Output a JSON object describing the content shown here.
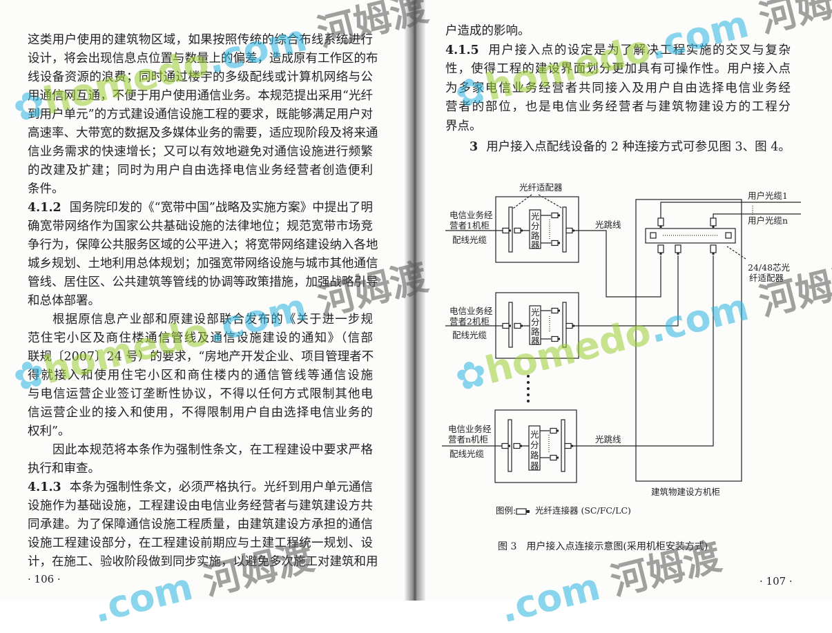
{
  "left_page": {
    "lines": [
      "这类用户使用的建筑物区域，如果按照传统的综合布线系统进行",
      "设计，将会出现信息点位置与数量上的偏差，造成原有工作区的布",
      "线设备资源的浪费；同时通过楼宇的多级配线或计算机网络与公",
      "用通信网互通，不便于用户使用通信业务。本规范提出采用“光纤",
      "到用户单元”的方式建设通信设施工程的要求，既能够满足用户对",
      "高速率、大带宽的数据及多媒体业务的需要，适应现阶段及将来通",
      "信业务需求的快速增长；又可以有效地避免对通信设施进行频繁",
      "的改建及扩建；同时为用户自由选择电信业务经营者创造便利",
      "条件。"
    ],
    "s412_num": "4.1.2",
    "s412_lines": [
      "国务院印发的《“宽带中国”战略及实施方案》中提出了明",
      "确宽带网络作为国家公共基础设施的法律地位；规范宽带市场竞",
      "争行为，保障公共服务区域的公平进入；将宽带网络建设纳入各地",
      "城乡规划、土地利用总体规划；加强宽带网络设施与城市其他通信",
      "管线、居住区、公共建筑等管线的协调等政策措施，加强战略引导",
      "和总体部署。",
      "根据原信息产业部和原建设部联合发布的《关于进一步规",
      "范住宅小区及商住楼通信管线及通信设施建设的通知》（信部",
      "联规〔2007〕24 号）的要求，“房地产开发企业、项目管理者不",
      "得就接入和使用住宅小区和商住楼内的通信管线等通信设施",
      "与电信运营企业签订垄断性协议，不得以任何方式限制其他电",
      "信运营企业的接入和使用，不得限制用户自由选择电信业务的",
      "权利”。",
      "因此本规范将本条作为强制性条文，在工程建设中要求严格",
      "执行和审查。"
    ],
    "s413_num": "4.1.3",
    "s413_lines": [
      "本条为强制性条文，必须严格执行。光纤到用户单元通信",
      "设施作为基础设施，工程建设由电信业务经营者与建筑建设方共",
      "同承建。为了保障通信设施工程质量，由建筑建设方承担的通信",
      "设施工程建设部分，在工程建设前期应与土建工程统一规划、设",
      "计，在施工、验收阶段做到同步实施，以避免多次施工对建筑和用"
    ],
    "page_number": "· 106 ·"
  },
  "right_page": {
    "lines": [
      "户造成的影响。"
    ],
    "s415_num": "4.1.5",
    "s415_lines": [
      "用户接入点的设定是为了解决工程实施的交叉与复杂",
      "性，使得工程的建设界面划分更加具有可操作性。用户接入点",
      "为多家电信业务经营者共同接入及用户自由选择电信业务经",
      "营者的部位，也是电信业务经营者与建筑物建设方的工程分",
      "界点。"
    ],
    "item3_num": "3",
    "item3_text": "用户接入点配线设备的 2 种连接方式可参见图 3、图 4。",
    "page_number": "· 107 ·"
  },
  "figure": {
    "adapter_label": "光纤适配器",
    "cab1_line1": "电信业务经",
    "cab1_line2": "营者1机柜",
    "cab2_line1": "电信业务经",
    "cab2_line2": "营者2机柜",
    "cabn_line1": "电信业务经",
    "cabn_line2": "营者n机柜",
    "distribution_cable": "配线光缆",
    "splitter_chars": [
      "光",
      "分",
      "路",
      "器"
    ],
    "jumper": "光跳线",
    "user_cable_1": "用户光缆1",
    "user_cable_n": "用户光缆n",
    "panel_line1": "24/48芯光",
    "panel_line2": "纤适配器",
    "building_cabinet": "建筑物建设方机柜",
    "legend_prefix": "图例:",
    "legend_text": "光纤连接器 (SC/FC/LC)",
    "caption": "图 3　用户接入点连接示意图(采用机柜安装方式)"
  },
  "watermark": {
    "domain_a": "ho",
    "domain_b": "medo",
    "domain_c": ".com",
    "brand": "河姆渡"
  }
}
